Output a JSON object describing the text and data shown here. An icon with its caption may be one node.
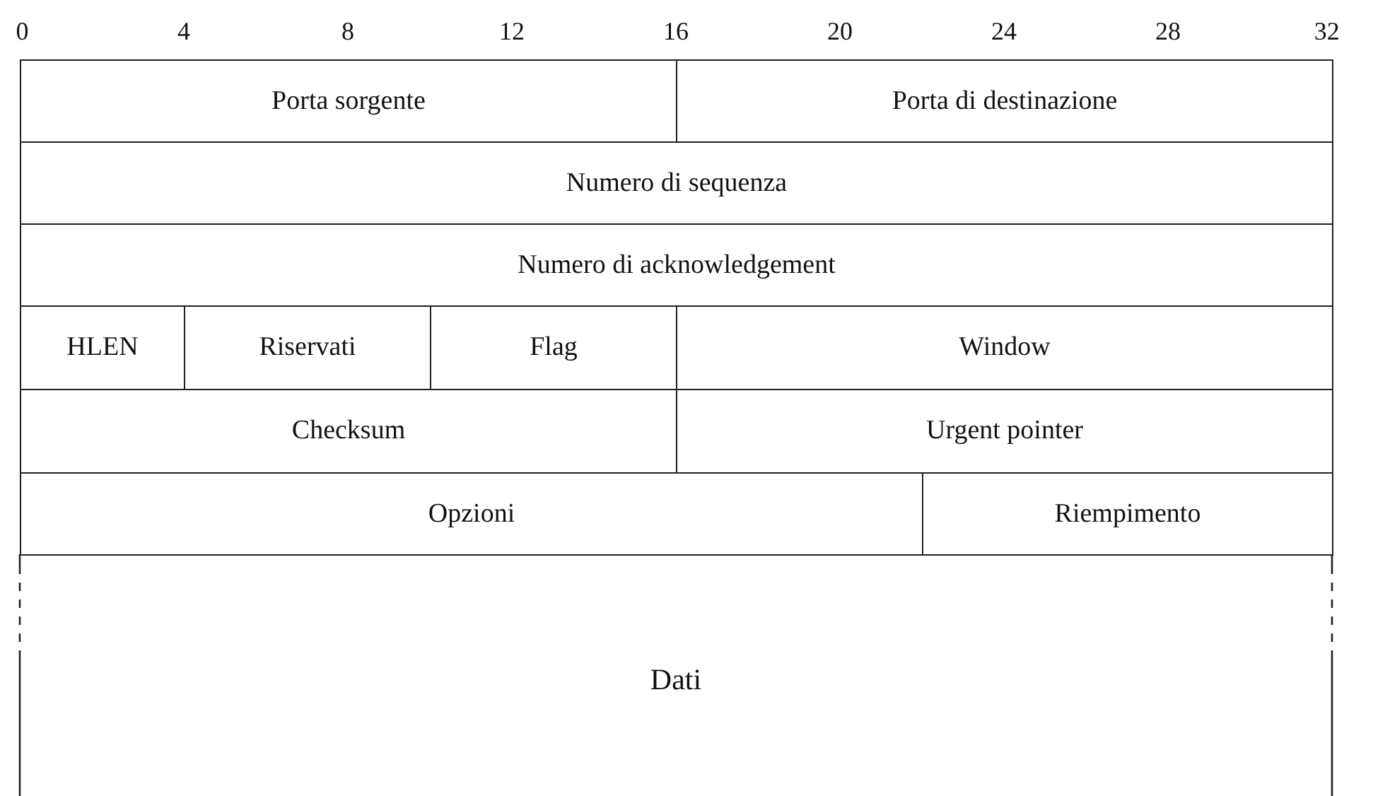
{
  "diagram": {
    "labels": [
      "0",
      "4",
      "8",
      "12",
      "16",
      "20",
      "24",
      "28",
      "32",
      "Porta sorgente",
      "Porta di destinazione",
      "Numero di sequenza",
      "Numero di acknowledgement",
      "HLEN",
      "Riservati",
      "Flag",
      "Window",
      "Checksum",
      "Urgent pointer",
      "Opzioni",
      "Riempimento",
      "Dati"
    ]
  }
}
